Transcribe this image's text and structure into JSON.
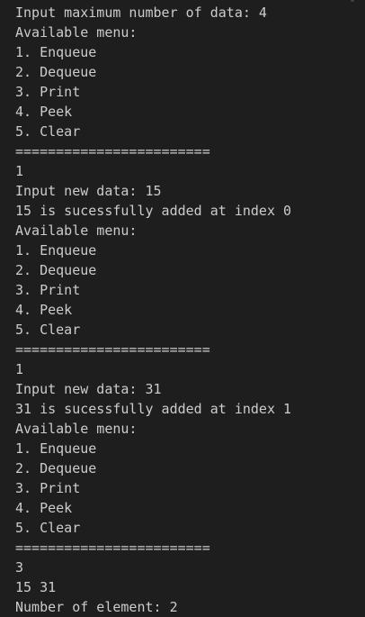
{
  "terminal": {
    "lines": [
      "Input maximum number of data: 4",
      "Available menu:",
      "1. Enqueue",
      "2. Dequeue",
      "3. Print",
      "4. Peek",
      "5. Clear",
      "========================",
      "1",
      "Input new data: 15",
      "15 is sucessfully added at index 0",
      "Available menu:",
      "1. Enqueue",
      "2. Dequeue",
      "3. Print",
      "4. Peek",
      "5. Clear",
      "========================",
      "1",
      "Input new data: 31",
      "31 is sucessfully added at index 1",
      "Available menu:",
      "1. Enqueue",
      "2. Dequeue",
      "3. Print",
      "4. Peek",
      "5. Clear",
      "========================",
      "3",
      "15 31",
      "Number of element: 2"
    ]
  },
  "colors": {
    "background": "#1e1e1e",
    "text": "#cccccc"
  }
}
